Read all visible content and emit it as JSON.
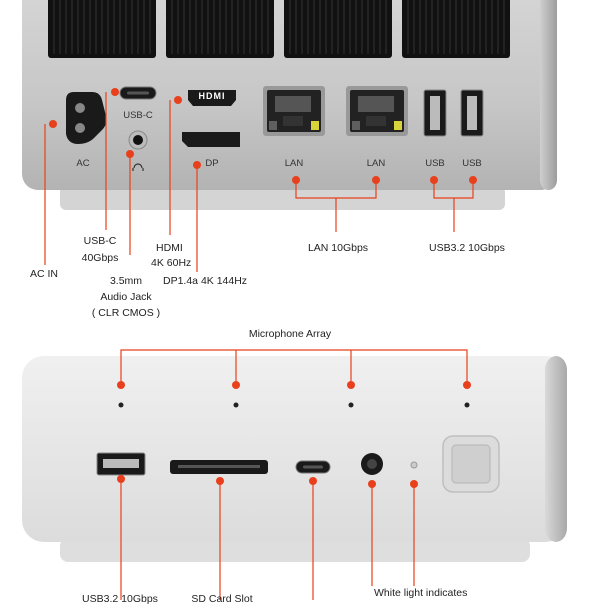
{
  "colors": {
    "accent": "#e8401c",
    "body_light": "#e6e6e6",
    "body_dark": "#b9b9b9",
    "port_black": "#1a1a1a"
  },
  "rear": {
    "ports": {
      "ac": "AC",
      "usbc": "USB-C",
      "hdmi_logo": "HDMI",
      "dp": "DP",
      "lan1": "LAN",
      "lan2": "LAN",
      "usb1": "USB",
      "usb2": "USB"
    },
    "callouts": {
      "ac_in": "AC IN",
      "usbc_line1": "USB-C",
      "usbc_line2": "40Gbps",
      "hdmi_line1": "HDMI",
      "hdmi_line2": "4K 60Hz",
      "dp": "DP1.4a 4K 144Hz",
      "audio_line1": "3.5mm",
      "audio_line2": "Audio Jack",
      "audio_line3": "( CLR CMOS )",
      "lan": "LAN 10Gbps",
      "usb": "USB3.2 10Gbps"
    }
  },
  "front": {
    "callouts": {
      "mic": "Microphone Array",
      "usb": "USB3.2 10Gbps",
      "sd": "SD Card Slot",
      "white_light": "White light indicates"
    }
  }
}
